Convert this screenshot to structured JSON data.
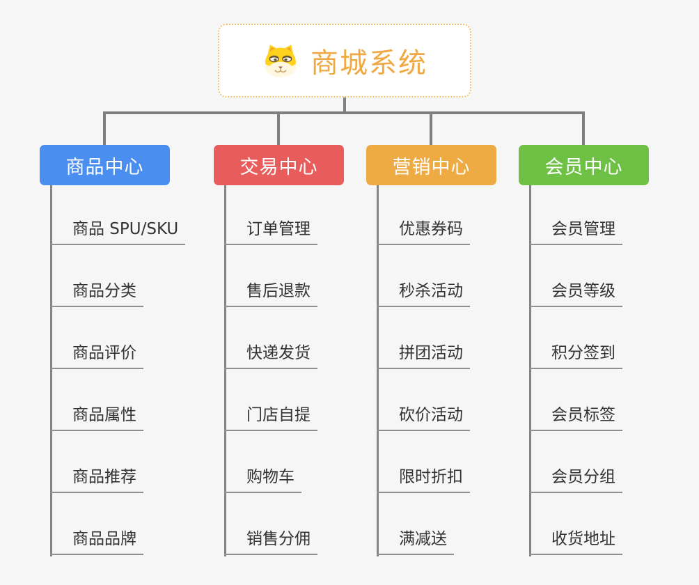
{
  "root": {
    "label": "商城系统",
    "icon": "dog-face-icon",
    "text_color": "#f0a843",
    "border_color": "#f2c273",
    "background": "#ffffff"
  },
  "canvas": {
    "background": "#f6f6f6",
    "connector_color": "#7f7f7f",
    "leaf_line_color": "#8f8f8f",
    "leaf_text_color": "#333333"
  },
  "branches": [
    {
      "label": "商品中心",
      "color": "#4a8ff0",
      "leaves": [
        "商品 SPU/SKU",
        "商品分类",
        "商品评价",
        "商品属性",
        "商品推荐",
        "商品品牌"
      ]
    },
    {
      "label": "交易中心",
      "color": "#e85c5c",
      "leaves": [
        "订单管理",
        "售后退款",
        "快递发货",
        "门店自提",
        "购物车",
        "销售分佣"
      ]
    },
    {
      "label": "营销中心",
      "color": "#eeab43",
      "leaves": [
        "优惠券码",
        "秒杀活动",
        "拼团活动",
        "砍价活动",
        "限时折扣",
        "满减送"
      ]
    },
    {
      "label": "会员中心",
      "color": "#6ec145",
      "leaves": [
        "会员管理",
        "会员等级",
        "积分签到",
        "会员标签",
        "会员分组",
        "收货地址"
      ]
    }
  ]
}
